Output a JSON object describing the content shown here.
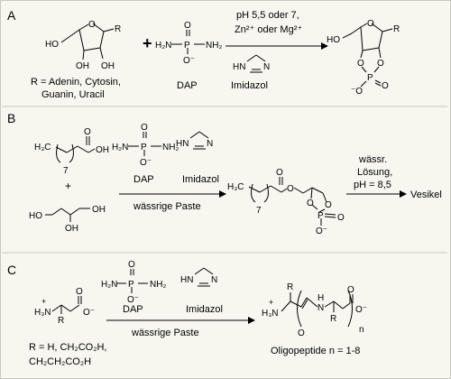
{
  "panels": {
    "a": {
      "letter": "A",
      "r": "R",
      "ho": "HO",
      "oh": "OH",
      "o": "O",
      "plus": "+",
      "p": "P",
      "nh2": "NH₂",
      "h2n": "H₂N",
      "o_minus": "O⁻",
      "dap_label": "DAP",
      "imidazol_label": "Imidazol",
      "cond_line1": "pH 5,5 oder 7,",
      "cond_line2": "Zn²⁺ oder Mg²⁺",
      "r_def_line1": "R = Adenin, Cytosin,",
      "r_def_line2": "Guanin, Uracil",
      "product_o_minus": "⁻O"
    },
    "b": {
      "letter": "B",
      "h3c": "H₃C",
      "oh": "OH",
      "ho": "HO",
      "o": "O",
      "subscript7": "7",
      "plus": "+",
      "dap_label": "DAP",
      "imidazol_label": "Imidazol",
      "paste_label": "wässrige Paste",
      "p": "P",
      "nh2": "NH₂",
      "h2n": "H₂N",
      "o_minus": "O⁻",
      "cond2_line1": "wässr.",
      "cond2_line2": "Lösung,",
      "cond2_line3": "pH = 8,5",
      "vesikel": "Vesikel"
    },
    "c": {
      "letter": "C",
      "h3n": "H₃N",
      "plus_charge": "+",
      "r": "R",
      "o": "O",
      "o_minus": "O⁻",
      "p": "P",
      "nh2": "NH₂",
      "h2n": "H₂N",
      "dap_label": "DAP",
      "imidazol_label": "Imidazol",
      "paste_label": "wässrige Paste",
      "r_def_line1": "R = H, CH₂CO₂H,",
      "r_def_line2": "CH₂CH₂CO₂H",
      "h": "H",
      "n": "N",
      "n_sub": "n",
      "oligo_label": "Oligopeptide n = 1-8"
    },
    "imidazole_hn": "HN",
    "imidazole_n": "N"
  }
}
